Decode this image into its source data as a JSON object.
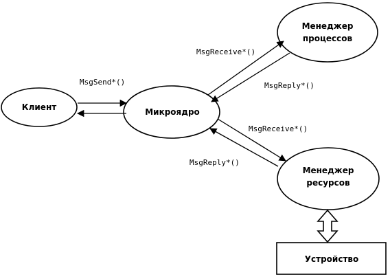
{
  "nodes": {
    "client": "Клиент",
    "microkernel": "Микроядро",
    "process_manager_line1": "Менеджер",
    "process_manager_line2": "процессов",
    "resource_manager_line1": "Менеджер",
    "resource_manager_line2": "ресурсов",
    "device": "Устройство"
  },
  "edges": {
    "msg_send": "MsgSend*()",
    "msg_receive_top": "MsgReceive*()",
    "msg_reply_top": "MsgReply*()",
    "msg_receive_bottom": "MsgReceive*()",
    "msg_reply_bottom": "MsgReply*()"
  },
  "colors": {
    "stroke": "#000000",
    "fill": "#ffffff"
  }
}
